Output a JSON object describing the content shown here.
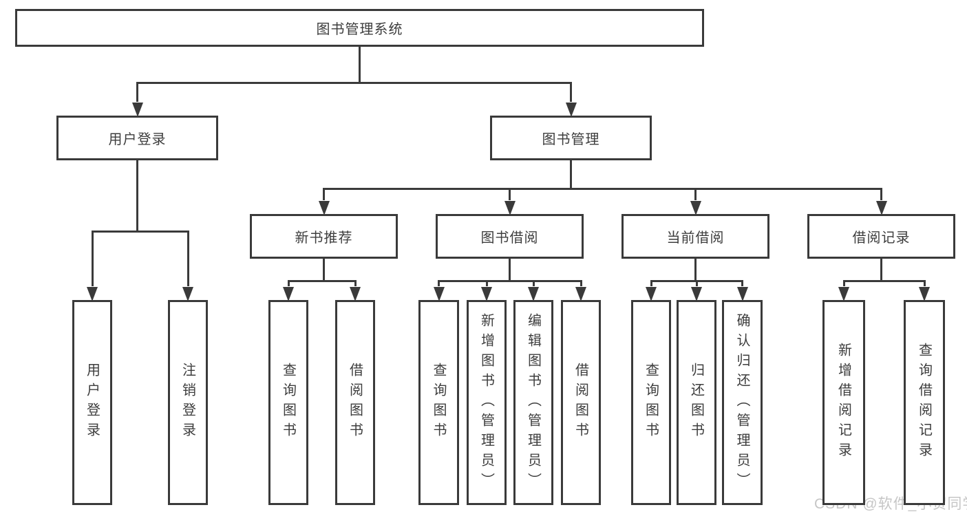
{
  "diagram": {
    "title": "图书管理系统",
    "type": "hierarchy-tree",
    "colors": {
      "line": "#3a3a3a",
      "text": "#3d3d3d",
      "background": "#ffffff",
      "watermark_text_color": "#c6c6c6"
    },
    "watermark": "CSDN @软件_小贺同学",
    "nodes": [
      {
        "id": "root",
        "label": "图书管理系统",
        "parent": null,
        "orientation": "horizontal"
      },
      {
        "id": "user-login",
        "label": "用户登录",
        "parent": "root",
        "orientation": "horizontal"
      },
      {
        "id": "book-mgmt",
        "label": "图书管理",
        "parent": "root",
        "orientation": "horizontal"
      },
      {
        "id": "leaf-user-login",
        "label": "用户登录",
        "parent": "user-login",
        "orientation": "vertical"
      },
      {
        "id": "leaf-logout",
        "label": "注销登录",
        "parent": "user-login",
        "orientation": "vertical"
      },
      {
        "id": "new-book-rec",
        "label": "新书推荐",
        "parent": "book-mgmt",
        "orientation": "horizontal"
      },
      {
        "id": "book-borrow",
        "label": "图书借阅",
        "parent": "book-mgmt",
        "orientation": "horizontal"
      },
      {
        "id": "current-borrow",
        "label": "当前借阅",
        "parent": "book-mgmt",
        "orientation": "horizontal"
      },
      {
        "id": "borrow-records",
        "label": "借阅记录",
        "parent": "book-mgmt",
        "orientation": "horizontal"
      },
      {
        "id": "rec-query-books",
        "label": "查询图书",
        "parent": "new-book-rec",
        "orientation": "vertical"
      },
      {
        "id": "rec-borrow-books",
        "label": "借阅图书",
        "parent": "new-book-rec",
        "orientation": "vertical"
      },
      {
        "id": "bb-query-books",
        "label": "查询图书",
        "parent": "book-borrow",
        "orientation": "vertical"
      },
      {
        "id": "bb-add-books",
        "label": "新增图书（管理员）",
        "parent": "book-borrow",
        "orientation": "vertical"
      },
      {
        "id": "bb-edit-books",
        "label": "编辑图书（管理员）",
        "parent": "book-borrow",
        "orientation": "vertical"
      },
      {
        "id": "bb-borrow-books",
        "label": "借阅图书",
        "parent": "book-borrow",
        "orientation": "vertical"
      },
      {
        "id": "cb-query-books",
        "label": "查询图书",
        "parent": "current-borrow",
        "orientation": "vertical"
      },
      {
        "id": "cb-return-books",
        "label": "归还图书",
        "parent": "current-borrow",
        "orientation": "vertical"
      },
      {
        "id": "cb-confirm-return",
        "label": "确认归还（管理员）",
        "parent": "current-borrow",
        "orientation": "vertical"
      },
      {
        "id": "br-add-record",
        "label": "新增借阅记录",
        "parent": "borrow-records",
        "orientation": "vertical"
      },
      {
        "id": "br-query-record",
        "label": "查询借阅记录",
        "parent": "borrow-records",
        "orientation": "vertical"
      }
    ]
  }
}
